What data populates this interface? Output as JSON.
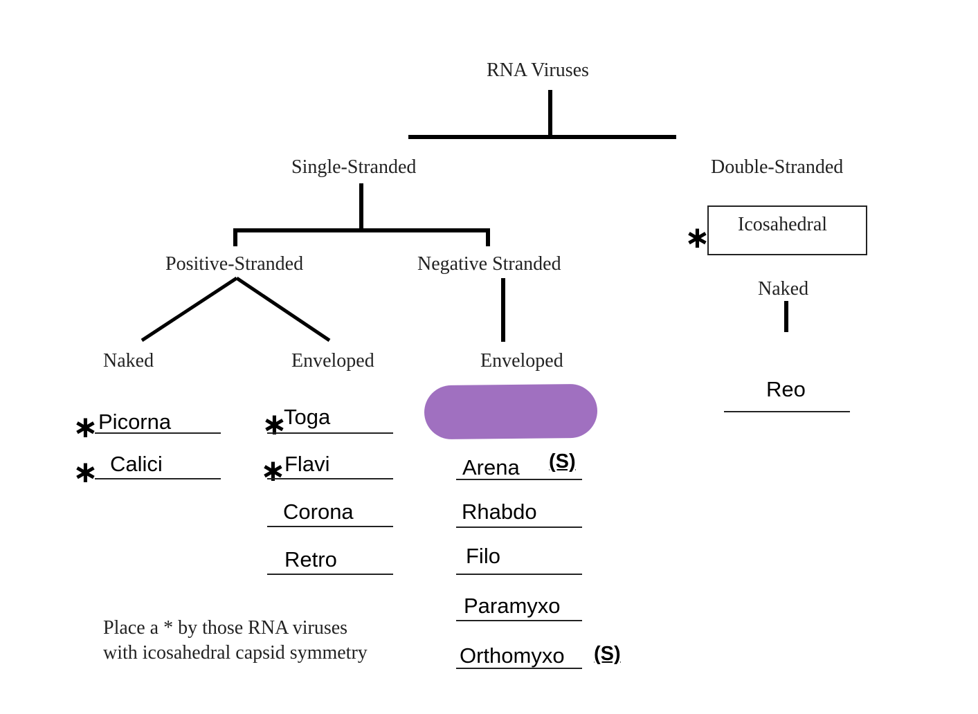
{
  "diagram": {
    "root": "RNA Viruses",
    "branches": {
      "single_stranded": "Single-Stranded",
      "double_stranded": "Double-Stranded"
    },
    "single_stranded_children": {
      "positive": "Positive-Stranded",
      "negative": "Negative Stranded"
    },
    "positive_children": {
      "naked": "Naked",
      "enveloped": "Enveloped"
    },
    "negative_children": {
      "enveloped": "Enveloped"
    },
    "double_stranded_children": {
      "icosahedral": "Icosahedral",
      "naked": "Naked"
    },
    "star_symbol": "∗",
    "segmented_marker": "(S)",
    "highlight_color": "#a070c0"
  },
  "answers": {
    "positive_naked": [
      {
        "name": "Picorna",
        "starred": true
      },
      {
        "name": "Calici",
        "starred": true
      }
    ],
    "positive_enveloped": [
      {
        "name": "Toga",
        "starred": true
      },
      {
        "name": "Flavi",
        "starred": true
      },
      {
        "name": "Corona",
        "starred": false
      },
      {
        "name": "Retro",
        "starred": false
      }
    ],
    "negative_enveloped": [
      {
        "name": "",
        "redacted": true
      },
      {
        "name": "Arena",
        "segmented": true
      },
      {
        "name": "Rhabdo",
        "segmented": false
      },
      {
        "name": "Filo",
        "segmented": false
      },
      {
        "name": "Paramyxo",
        "segmented": false
      },
      {
        "name": "Orthomyxo",
        "segmented": true
      }
    ],
    "double_naked": [
      {
        "name": "Reo"
      }
    ]
  },
  "instructions": {
    "line1": "Place a * by those RNA viruses",
    "line2": "with icosahedral capsid symmetry"
  }
}
